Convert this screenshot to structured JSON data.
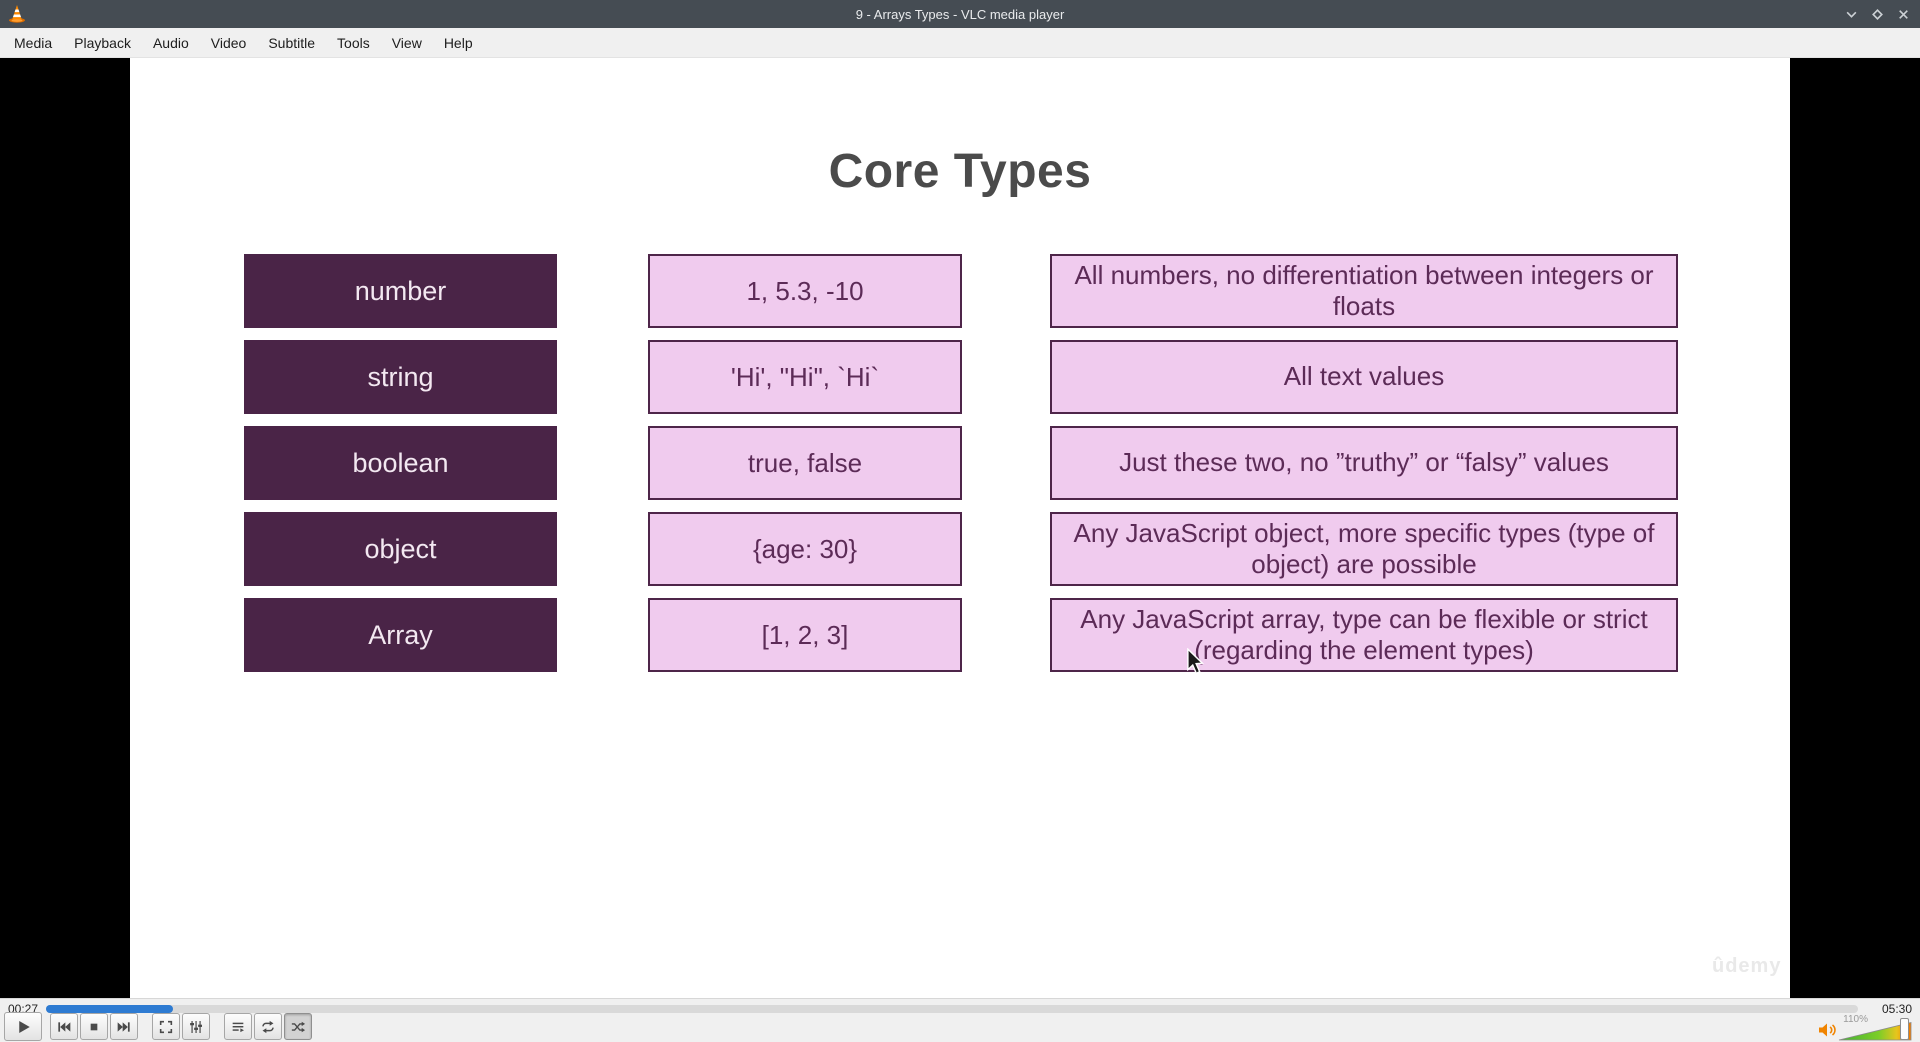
{
  "window": {
    "title": "9 - Arrays Types - VLC media player"
  },
  "menu": {
    "items": [
      "Media",
      "Playback",
      "Audio",
      "Video",
      "Subtitle",
      "Tools",
      "View",
      "Help"
    ]
  },
  "slide": {
    "title": "Core Types",
    "watermark": "ûdemy",
    "rows": [
      {
        "type": "number",
        "example": "1, 5.3, -10",
        "description": "All numbers, no differentiation between integers or floats"
      },
      {
        "type": "string",
        "example": "'Hi', \"Hi\", `Hi`",
        "description": "All text values"
      },
      {
        "type": "boolean",
        "example": "true, false",
        "description": "Just these two, no ”truthy” or “falsy” values"
      },
      {
        "type": "object",
        "example": "{age: 30}",
        "description": "Any JavaScript object, more specific types (type of object) are possible"
      },
      {
        "type": "Array",
        "example": "[1, 2, 3]",
        "description": "Any JavaScript array, type can be flexible or strict (regarding the element types)"
      }
    ],
    "colors": {
      "dark_box": "#4a2447",
      "light_box": "#f0cbee",
      "box_border": "#4e2549",
      "box_text": "#5c2b57",
      "title_text": "#4b4b4b"
    }
  },
  "transport": {
    "elapsed": "00:27",
    "total": "05:30",
    "progress_percent": 7,
    "progress_color": "#2e7bd2",
    "volume_label": "110%"
  },
  "icons": {
    "titlebar": [
      "vlc-cone-icon",
      "minimize-icon",
      "maximize-icon",
      "close-icon"
    ],
    "transport": [
      "play-icon",
      "previous-icon",
      "stop-icon",
      "next-icon",
      "fullscreen-icon",
      "extended-settings-icon",
      "playlist-icon",
      "loop-icon",
      "shuffle-icon",
      "volume-icon"
    ]
  }
}
